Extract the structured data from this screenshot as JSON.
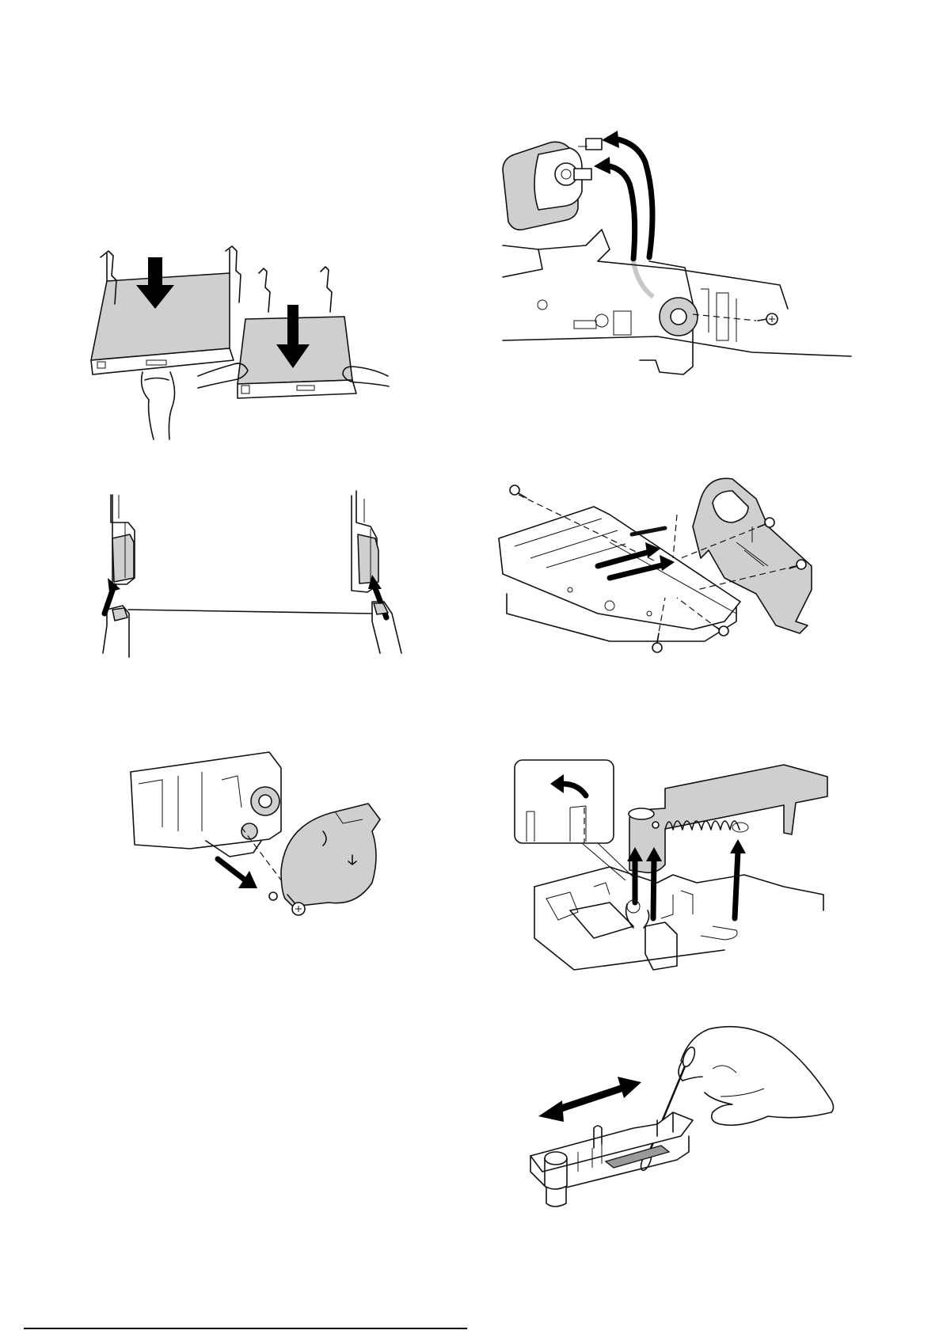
{
  "page": {
    "footer_text": "",
    "footer_rule": true
  },
  "illustrations": [
    {
      "id": "transfer-belt-install",
      "icon": "transfer-belt-unit"
    },
    {
      "id": "belt-guide-rails",
      "icon": "guide-rails"
    },
    {
      "id": "gear-cover-removal",
      "icon": "gear-cover"
    },
    {
      "id": "drive-motor-removal",
      "icon": "drive-motor"
    },
    {
      "id": "frame-screw-removal",
      "icon": "frame-assembly"
    },
    {
      "id": "lever-spring-removal",
      "icon": "lever-spring"
    },
    {
      "id": "cleaning-swab",
      "icon": "cotton-swab"
    }
  ],
  "colors": {
    "line": "#111111",
    "shade": "#cfcfcf",
    "arrow": "#000000"
  }
}
